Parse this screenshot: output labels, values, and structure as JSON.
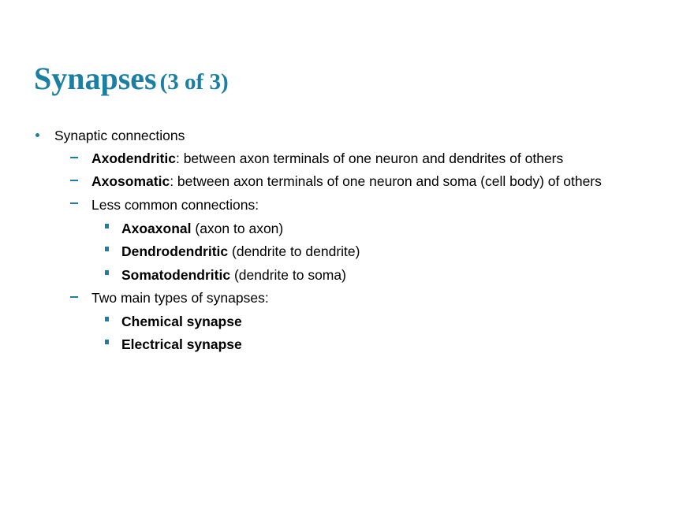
{
  "slide": {
    "title": {
      "main": "Synapses",
      "sub": "(3 of 3)"
    },
    "accent_color": "#1a7fa3",
    "items": {
      "l1": {
        "text": "Synaptic connections"
      },
      "axodendritic": {
        "bold": "Axodendritic",
        "rest": ": between axon terminals of one neuron and dendrites of others"
      },
      "axosomatic": {
        "bold": "Axosomatic",
        "rest": ": between axon terminals of one neuron and soma (cell body) of others"
      },
      "less_common": {
        "text": "Less common connections:"
      },
      "axoaxonal": {
        "bold": "Axoaxonal",
        "rest": " (axon to axon)"
      },
      "dendrodendritic": {
        "bold": "Dendrodendritic",
        "rest": " (dendrite to dendrite)"
      },
      "somatodendritic": {
        "bold": "Somatodendritic",
        "rest": " (dendrite to soma)"
      },
      "two_types": {
        "text": "Two main types of synapses:"
      },
      "chemical": {
        "bold": "Chemical synapse"
      },
      "electrical": {
        "bold": "Electrical synapse"
      }
    }
  }
}
